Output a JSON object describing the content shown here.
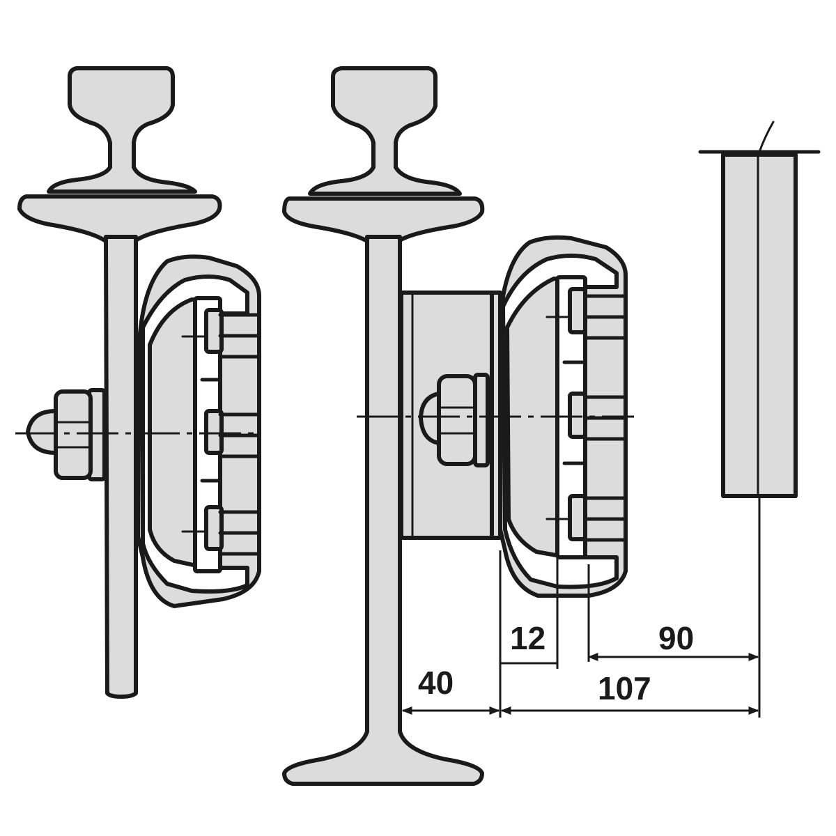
{
  "dimensions": {
    "d12": "12",
    "d90": "90",
    "d40": "40",
    "d107": "107"
  },
  "colors": {
    "ink": "#1a1a1a",
    "fill": "#dcdcdc",
    "background": "#ffffff"
  }
}
